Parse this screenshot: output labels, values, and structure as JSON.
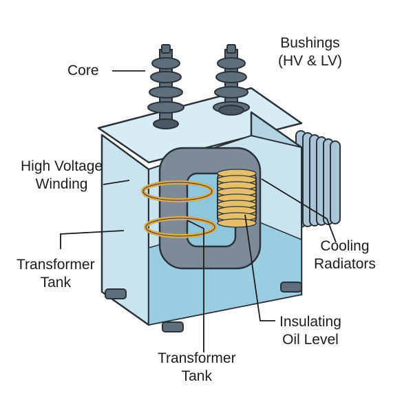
{
  "labels": {
    "core": [
      "Core"
    ],
    "bushings": [
      "Bushings",
      "(HV & LV)"
    ],
    "high_voltage_winding": [
      "High Voltage",
      "Winding"
    ],
    "transformer_tank_left": [
      "Transformer",
      "Tank"
    ],
    "cooling_radiators": [
      "Cooling",
      "Radiators"
    ],
    "insulating_oil_level": [
      "Insulating",
      "Oil Level"
    ],
    "transformer_tank_bottom": [
      "Transformer",
      "Tank"
    ]
  },
  "colors": {
    "outline": "#2a3138",
    "tank_face": "#c9e4ef",
    "tank_top": "#d8ecf4",
    "tank_side": "#b3d3e2",
    "oil": "#8ec7dd",
    "core": "#7d8a97",
    "bushing": "#5f6e7b",
    "winding": "#d9a94e",
    "radiator": "#aac6d6"
  }
}
